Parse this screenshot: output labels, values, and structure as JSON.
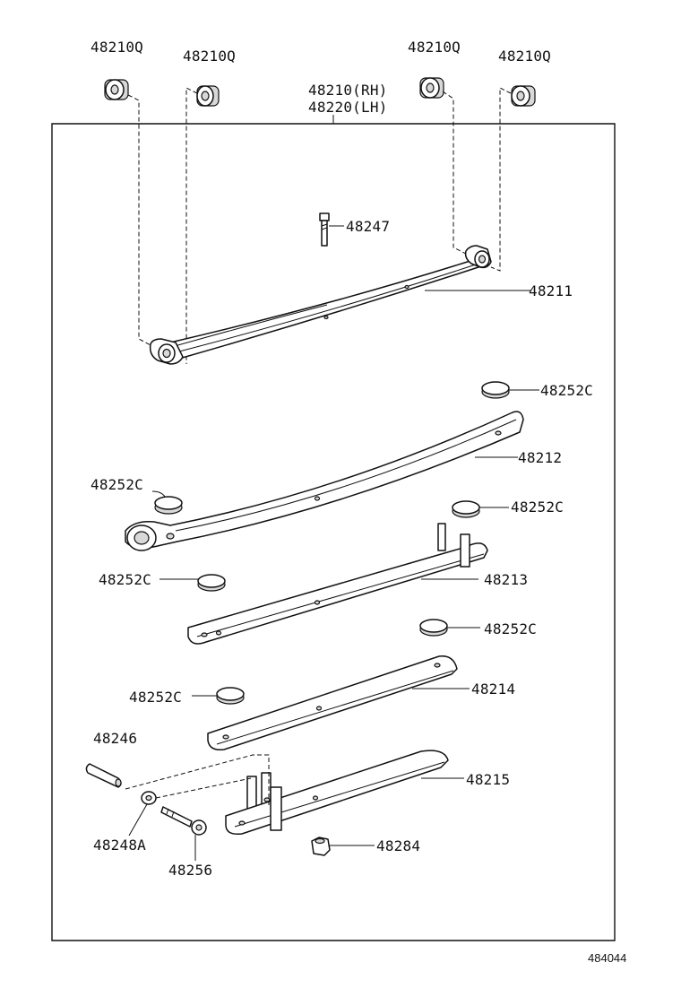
{
  "diagram": {
    "assembly_label_rh": "48210(RH)",
    "assembly_label_lh": "48220(LH)",
    "diagram_id": "484044",
    "parts": [
      {
        "key": "bush_1",
        "label": "48210Q"
      },
      {
        "key": "bush_2",
        "label": "48210Q"
      },
      {
        "key": "bush_3",
        "label": "48210Q"
      },
      {
        "key": "bush_4",
        "label": "48210Q"
      },
      {
        "key": "center_bolt",
        "label": "48247"
      },
      {
        "key": "leaf_1",
        "label": "48211"
      },
      {
        "key": "insert_1",
        "label": "48252C"
      },
      {
        "key": "leaf_2",
        "label": "48212"
      },
      {
        "key": "insert_2",
        "label": "48252C"
      },
      {
        "key": "insert_3",
        "label": "48252C"
      },
      {
        "key": "leaf_3",
        "label": "48213"
      },
      {
        "key": "insert_4",
        "label": "48252C"
      },
      {
        "key": "insert_5",
        "label": "48252C"
      },
      {
        "key": "leaf_4",
        "label": "48214"
      },
      {
        "key": "insert_6",
        "label": "48252C"
      },
      {
        "key": "pin",
        "label": "48246"
      },
      {
        "key": "leaf_5",
        "label": "48215"
      },
      {
        "key": "washer",
        "label": "48248A"
      },
      {
        "key": "nut",
        "label": "48284"
      },
      {
        "key": "clip_bolt",
        "label": "48256"
      }
    ]
  }
}
